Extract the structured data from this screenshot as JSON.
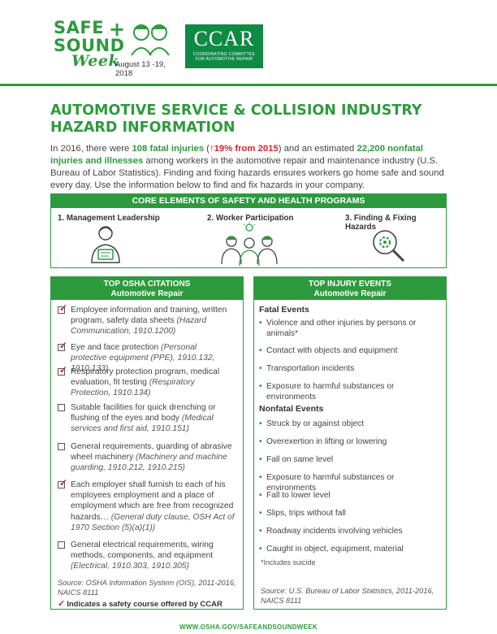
{
  "header": {
    "ssw_logo": {
      "safe": "SAFE",
      "plus": "+",
      "sound": "SOUND",
      "week": "Week",
      "dates": "August 13 -19, 2018"
    },
    "ccar_logo": {
      "name": "CCAR",
      "line1": "COORDINATING COMMITTEE",
      "line2": "FOR AUTOMOTIVE REPAIR"
    }
  },
  "title": {
    "line1": "AUTOMOTIVE SERVICE & COLLISION INDUSTRY",
    "line2": "HAZARD INFORMATION"
  },
  "intro": {
    "p1": "In 2016, there were ",
    "fatal": "108 fatal injuries",
    "p2": " (",
    "pct": "↑19% from 2015",
    "p3": ") and an estimated ",
    "nonfatal": "22,200 nonfatal injuries and illnesses",
    "p4": " among workers in the automotive repair and maintenance industry (U.S. Bureau of Labor Statistics). Finding and fixing hazards ensures workers go home safe and sound every day. Use the information below to find and fix hazards in your company."
  },
  "core": {
    "header": "CORE ELEMENTS OF SAFETY AND HEALTH PROGRAMS",
    "items": [
      "1. Management Leadership",
      "2. Worker Participation",
      "3. Finding & Fixing Hazards"
    ]
  },
  "citations": {
    "header": "TOP OSHA CITATIONS",
    "subheader": "Automotive Repair",
    "items": [
      {
        "text": "Employee information and training, written program, safety data sheets ",
        "ref": "(Hazard Communication, 1910.1200)",
        "checked": true
      },
      {
        "text": "Eye and face protection ",
        "ref": "(Personal protective equipment (PPE), 1910.132, 1910.133)",
        "checked": true
      },
      {
        "text": "Respiratory protection program, medical evaluation, fit testing ",
        "ref": "(Respiratory Protection, 1910.134)",
        "checked": true
      },
      {
        "text": "Suitable facilities for quick drenching or flushing of the eyes and body ",
        "ref": "(Medical services and first aid, 1910.151)",
        "checked": false
      },
      {
        "text": "General requirements, guarding of abrasive wheel machinery ",
        "ref": "(Machinery and machine guarding, 1910.212, 1910.215)",
        "checked": false
      },
      {
        "text": "Each employer shall furnish to each of his employees employment and a place of employment which are free from recognized hazards… ",
        "ref": "(General duty clause, OSH Act of 1970 Section (5)(a)(1))",
        "checked": true
      },
      {
        "text": "General electrical requirements, wiring methods, components, and equipment ",
        "ref": "(Electrical, 1910.303, 1910.305)",
        "checked": false
      }
    ],
    "source": "Source: OSHA Information System (OIS), 2011-2016, NAICS 8111",
    "course_note": "Indicates a safety course offered by CCAR"
  },
  "injuries": {
    "header": "TOP INJURY EVENTS",
    "subheader": "Automotive Repair",
    "fatal_heading": "Fatal Events",
    "fatal": [
      "Violence and other injuries by persons or animals*",
      "Contact with objects and equipment",
      "Transportation incidents",
      "Exposure to harmful substances or environments"
    ],
    "nonfatal_heading": "Nonfatal Events",
    "nonfatal": [
      "Struck by or against object",
      "Overexertion in lifting or lowering",
      "Fall on same level",
      "Exposure to harmful substances or environments",
      "Fall to lower level",
      "Slips, trips without fall",
      "Roadway incidents involving vehicles",
      "Caught in object, equipment, material"
    ],
    "note": "*Includes suicide",
    "source": "Source: U.S. Bureau of Labor Statistics, 2011-2016, NAICS 8111"
  },
  "footer": {
    "url": "WWW.OSHA.GOV/SAFEANDSOUNDWEEK"
  },
  "colors": {
    "brand_green": "#2e9a3e",
    "ccar_green": "#0f8a45",
    "alert_red": "#d22630"
  }
}
